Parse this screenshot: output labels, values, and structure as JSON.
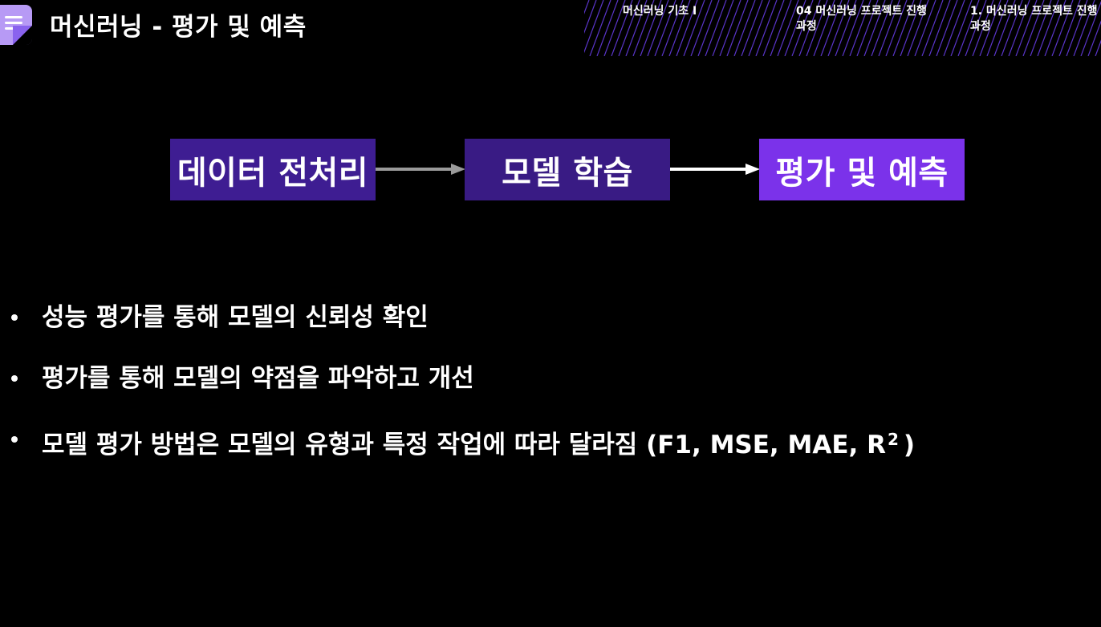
{
  "header": {
    "title": "머신러닝 - 평가 및 예측",
    "icon": "document-icon",
    "accent_color": "#7b32ea",
    "breadcrumbs": [
      {
        "label": "머신러닝 기초 I"
      },
      {
        "label": "04 머신러닝 프로젝트 진행 과정"
      },
      {
        "label": "1. 머신러닝 프로젝트 진행 과정"
      }
    ]
  },
  "flow": {
    "steps": [
      {
        "label": "데이터 전처리",
        "color": "#3e1d92"
      },
      {
        "label": "모델 학습",
        "color": "#391b84"
      },
      {
        "label": "평가 및 예측",
        "color": "#7b32ea"
      }
    ],
    "arrows": [
      {
        "color": "#9a9a9a"
      },
      {
        "color": "#ffffff"
      }
    ]
  },
  "bullets": [
    {
      "text": "성능 평가를 통해 모델의 신뢰성 확인"
    },
    {
      "text": "평가를 통해 모델의 약점을 파악하고 개선"
    },
    {
      "text": "모델 평가 방법은 모델의 유형과 특정 작업에 따라 달라짐 (F1, MSE, MAE, R",
      "superscript": "2",
      "suffix": ")"
    }
  ]
}
